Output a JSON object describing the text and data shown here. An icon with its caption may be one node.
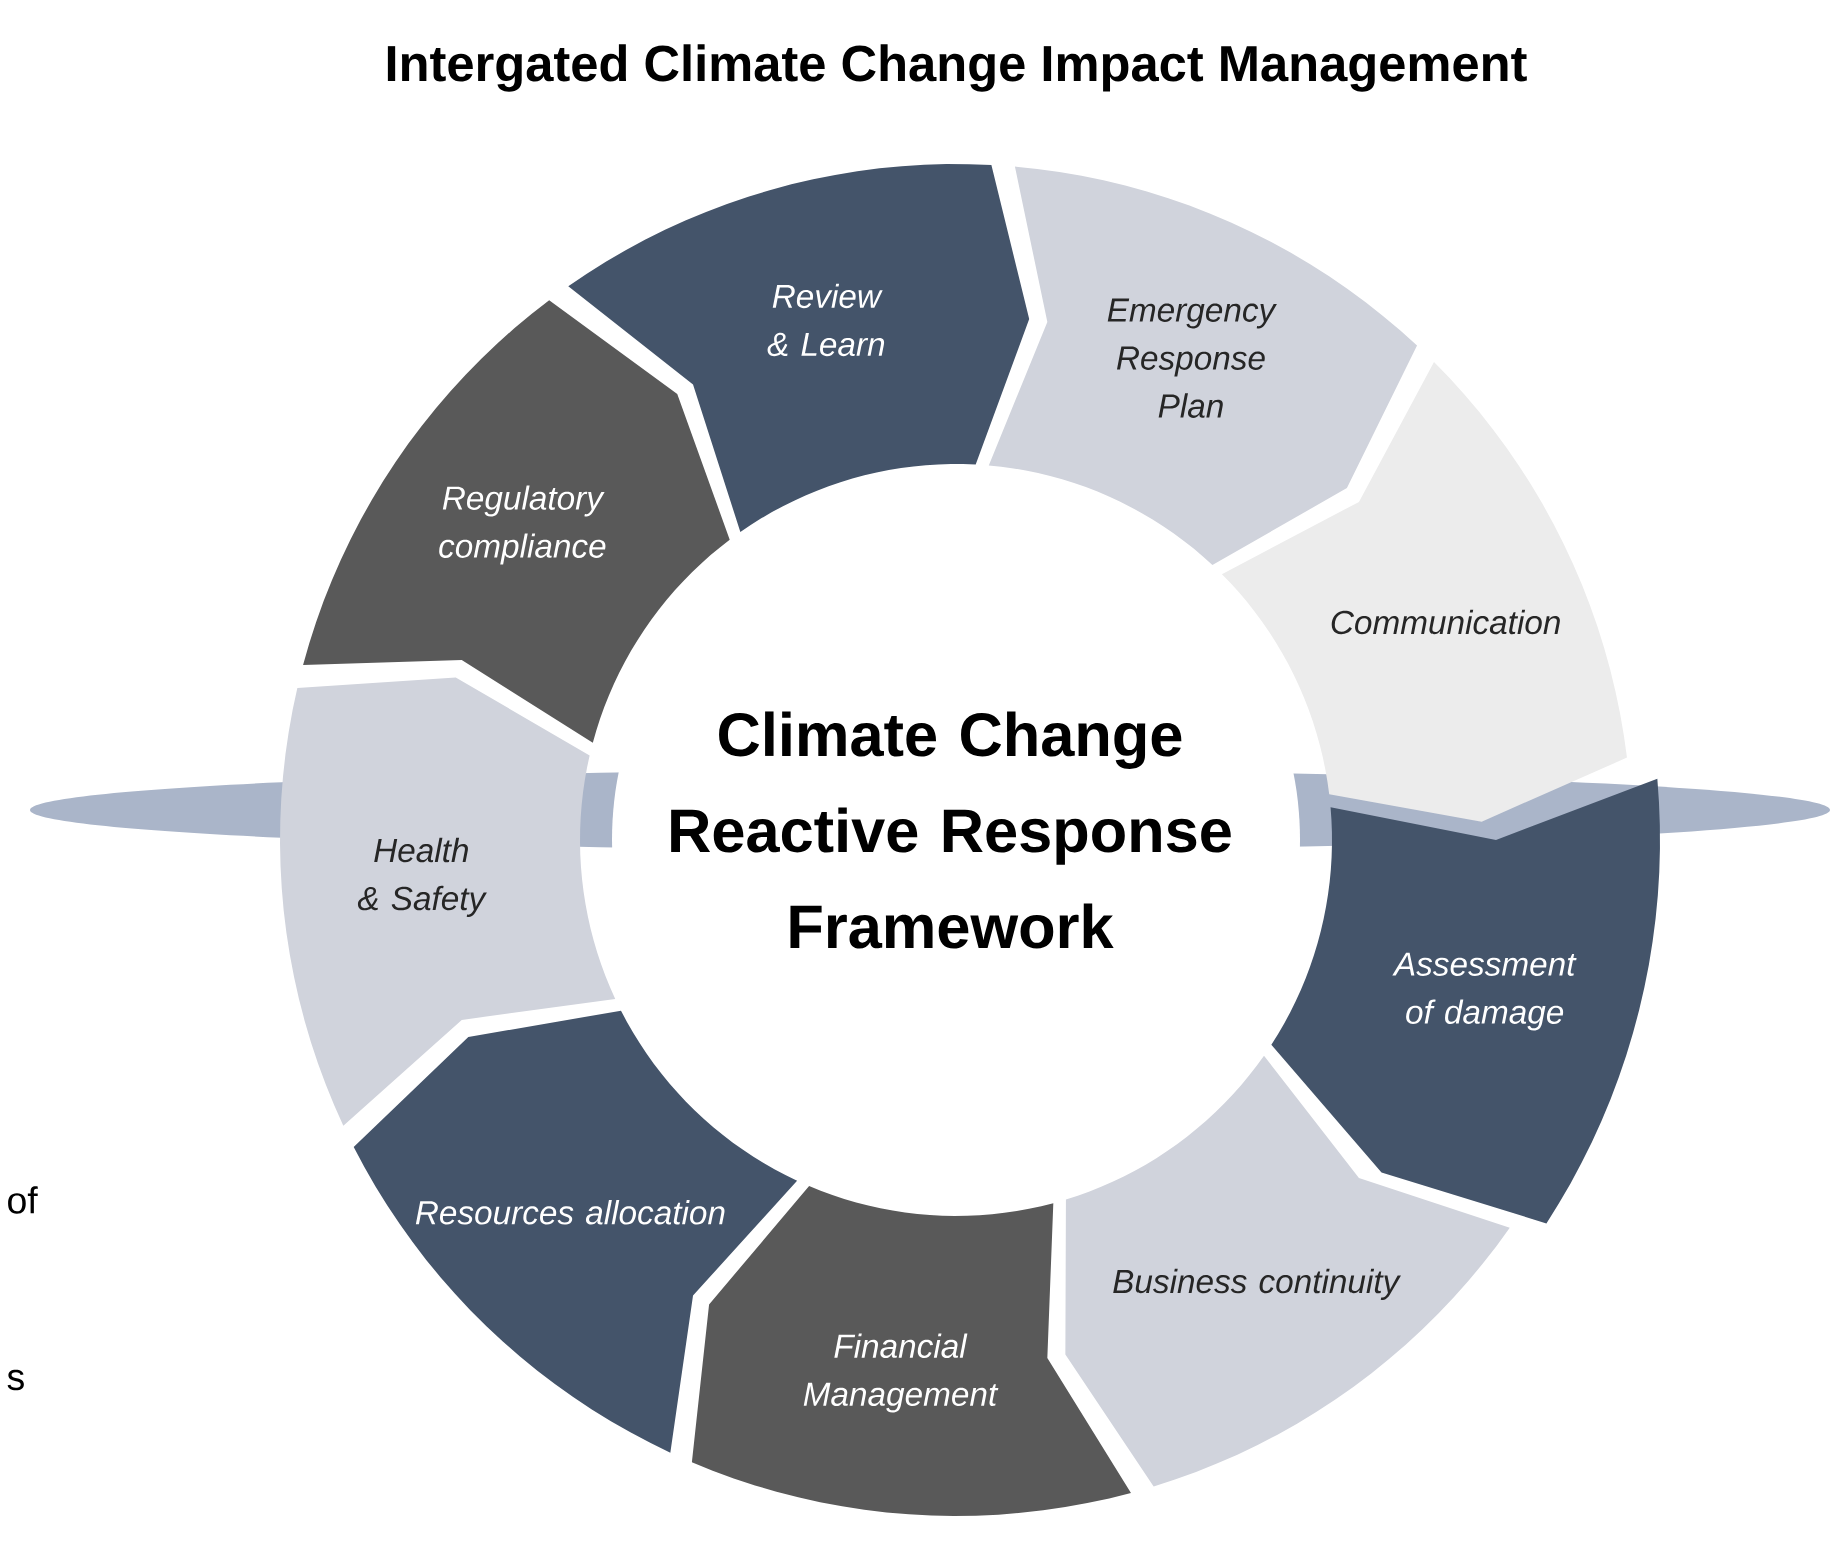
{
  "diagram": {
    "title": "Intergated Climate Change Impact Management",
    "nodes": [
      {
        "text": [
          "Climate Change Reactive Response Framework"
        ]
      },
      {
        "text": [
          "Review & Learn"
        ]
      },
      {
        "text": [
          "Emergency Response Plan"
        ]
      },
      {
        "text": [
          "Communication"
        ]
      },
      {
        "text": [
          "Assessment of damage"
        ]
      },
      {
        "text": [
          "Business continuity"
        ]
      },
      {
        "text": [
          "Financial Management"
        ]
      },
      {
        "text": [
          "Resources allocation"
        ]
      },
      {
        "text": [
          "Health & Safety"
        ]
      },
      {
        "text": [
          "Regulatory compliance"
        ]
      }
    ],
    "labels": [
      "of",
      "s"
    ]
  }
}
